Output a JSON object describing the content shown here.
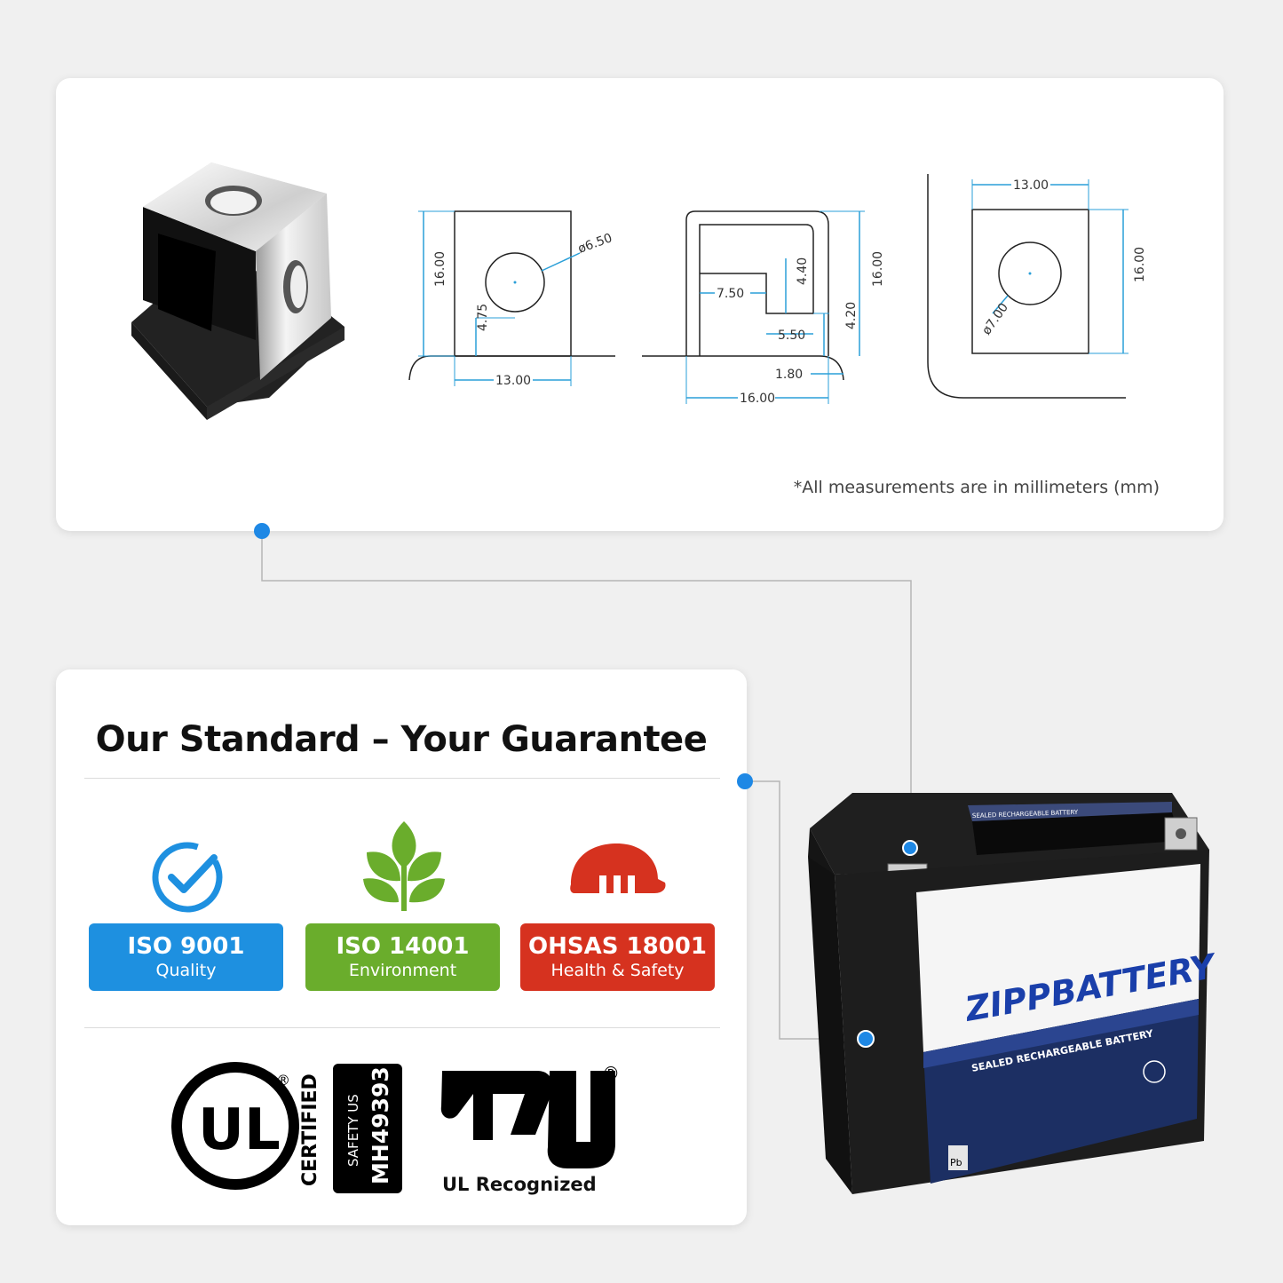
{
  "drawings": {
    "note": "*All measurements are in millimeters (mm)",
    "view1": {
      "diameter": "ø6.50",
      "height": "16.00",
      "hole_offset": "4.75",
      "width": "13.00"
    },
    "view2": {
      "height": "16.00",
      "inner_width": "7.50",
      "inner_height": "4.40",
      "step": "5.50",
      "base": "4.20",
      "thickness": "1.80",
      "width": "16.00"
    },
    "view3": {
      "width": "13.00",
      "height": "16.00",
      "diameter": "ø7.00"
    }
  },
  "standard": {
    "title": "Our Standard – Your Guarantee",
    "badges": [
      {
        "main": "ISO 9001",
        "sub": "Quality",
        "color": "#1e90e0"
      },
      {
        "main": "ISO 14001",
        "sub": "Environment",
        "color": "#6aad2c"
      },
      {
        "main": "OHSAS 18001",
        "sub": "Health & Safety",
        "color": "#d6321f"
      }
    ],
    "ul_certified": {
      "word": "CERTIFIED",
      "safety": "SAFETY US",
      "code": "MH49393",
      "logo": "UL",
      "reg": "®"
    },
    "ul_recognized": {
      "text": "UL Recognized",
      "reg": "®"
    }
  },
  "battery": {
    "brand": "ZIPPBATTERY",
    "label": "SEALED RECHARGEABLE BATTERY",
    "top_label": "SEALED RECHARGEABLE BATTERY",
    "pb": "Pb"
  },
  "colors": {
    "accent_blue": "#1e88e5",
    "dim_blue": "#2a9fd8",
    "battery_navy": "#1c2f63"
  }
}
